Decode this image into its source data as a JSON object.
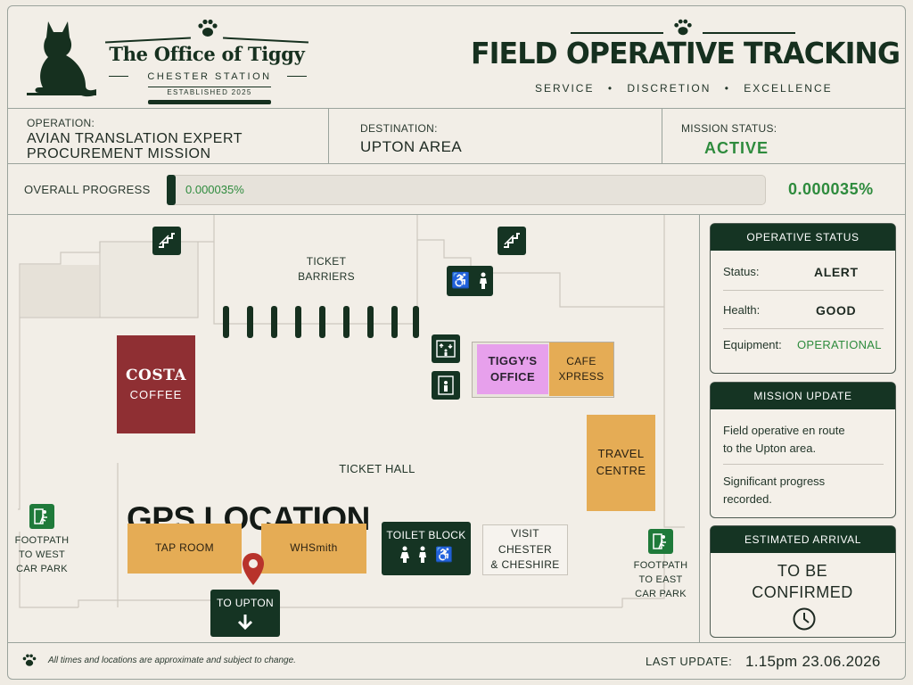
{
  "brand": {
    "title": "The Office of Tiggy",
    "subtitle": "CHESTER STATION",
    "established": "ESTABLISHED 2025",
    "logo_icon": "cat-silhouette-icon",
    "paw_icon": "paw-icon"
  },
  "header": {
    "title": "FIELD OPERATIVE TRACKING",
    "tagline_items": [
      "SERVICE",
      "DISCRETION",
      "EXCELLENCE"
    ],
    "separator": "•"
  },
  "mission": {
    "operation_label": "OPERATION:",
    "operation_value_line1": "AVIAN TRANSLATION EXPERT",
    "operation_value_line2": "PROCUREMENT MISSION",
    "destination_label": "DESTINATION:",
    "destination_value": "UPTON AREA",
    "status_label": "MISSION STATUS:",
    "status_value": "ACTIVE"
  },
  "progress": {
    "label": "OVERALL PROGRESS",
    "value_text": "0.000035%",
    "value_percent": 3.5e-05
  },
  "map": {
    "ticket_barriers": "TICKET\nBARRIERS",
    "ticket_barriers_l1": "TICKET",
    "ticket_barriers_l2": "BARRIERS",
    "costa_l1": "COSTA",
    "costa_l2": "COFFEE",
    "tiggys_office_l1": "TIGGY'S",
    "tiggys_office_l2": "OFFICE",
    "cafe_l1": "CAFE",
    "cafe_l2": "XPRESS",
    "travel_l1": "TRAVEL",
    "travel_l2": "CENTRE",
    "ticket_hall": "TICKET HALL",
    "gps_location": "GPS LOCATION",
    "tap_room": "TAP ROOM",
    "whsmith": "WHSmith",
    "toilet_block": "TOILET BLOCK",
    "visit_l1": "VISIT CHESTER",
    "visit_l2": "& CHESHIRE",
    "to_upton": "TO UPTON",
    "west_l1": "FOOTPATH",
    "west_l2": "TO WEST",
    "west_l3": "CAR PARK",
    "east_l1": "FOOTPATH",
    "east_l2": "TO EAST",
    "east_l3": "CAR PARK",
    "colors": {
      "costa": "#8f2f33",
      "orange": "#e5ac55",
      "office": "#e7a0ec",
      "sign": "#153423",
      "pin": "#b8332b"
    }
  },
  "operative_status": {
    "title": "OPERATIVE STATUS",
    "status_label": "Status:",
    "status_value": "ALERT",
    "health_label": "Health:",
    "health_value": "GOOD",
    "equipment_label": "Equipment:",
    "equipment_value": "OPERATIONAL"
  },
  "mission_update": {
    "title": "MISSION UPDATE",
    "msg1_l1": "Field operative en route",
    "msg1_l2": "to the Upton area.",
    "msg2_l1": "Significant progress",
    "msg2_l2": "recorded."
  },
  "eta": {
    "title": "ESTIMATED ARRIVAL",
    "value_l1": "TO BE",
    "value_l2": "CONFIRMED",
    "icon": "clock-icon"
  },
  "footer": {
    "note": "All times and locations are approximate and subject to change.",
    "last_update_label": "LAST UPDATE:",
    "last_update_value": "1.15pm 23.06.2026"
  }
}
